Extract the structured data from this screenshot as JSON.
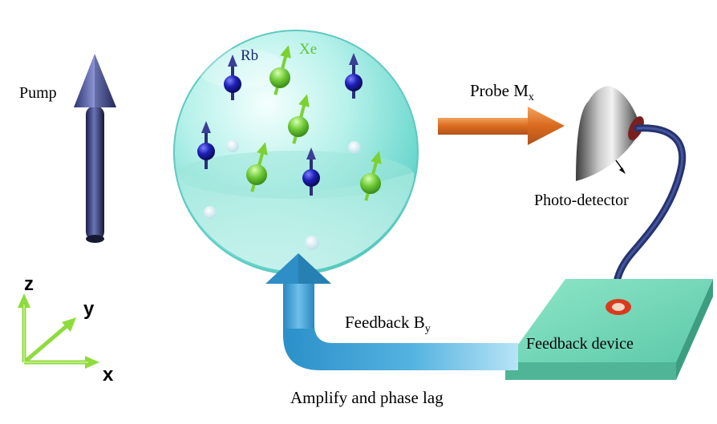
{
  "labels": {
    "pump": "Pump",
    "rb": "Rb",
    "xe": "Xe",
    "probe": "Probe M",
    "probe_sub": "x",
    "photodetector": "Photo-detector",
    "feedback": "Feedback B",
    "feedback_sub": "y",
    "feedback_device": "Feedback device",
    "amplify": "Amplify and phase lag",
    "axis_z": "z",
    "axis_y": "y",
    "axis_x": "x"
  },
  "colors": {
    "rb_atom": "#1d1fb5",
    "xe_atom": "#5fc52e",
    "spin_arrow_rb": "#2a2f7a",
    "spin_arrow_xe": "#7bd130",
    "pump_arrow": "#3c4480",
    "probe_arrow": "#e07a2c",
    "feedback_arrow": "#2e8ec5",
    "cell": "#7fe3d9",
    "feedback_pad": "#6fd3b4",
    "axes": "#8edc3c"
  },
  "icons": {
    "rb_atom": "blue-sphere-with-spin-arrow",
    "xe_atom": "green-sphere-with-spin-arrow",
    "detector": "parabolic-photodetector"
  }
}
